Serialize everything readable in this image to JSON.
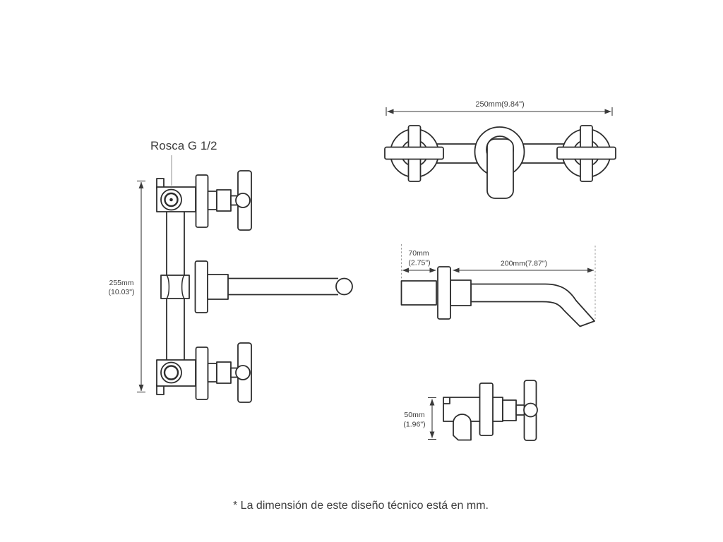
{
  "colors": {
    "line": "#2d2d2d",
    "text": "#3d3d3d",
    "leader": "#b5b5b5",
    "background": "#ffffff"
  },
  "labels": {
    "thread": "Rosca G 1/2",
    "footnote": "* La dimensión de este diseño técnico está en mm."
  },
  "dimensions": {
    "assembly_height_mm": "255mm",
    "assembly_height_in": "(10.03\")",
    "faucet_width": "250mm(9.84\")",
    "spout_depth_mm": "70mm",
    "spout_depth_in": "(2.75\")",
    "spout_length": "200mm(7.87\")",
    "valve_height_mm": "50mm",
    "valve_height_in": "(1.96\")"
  }
}
